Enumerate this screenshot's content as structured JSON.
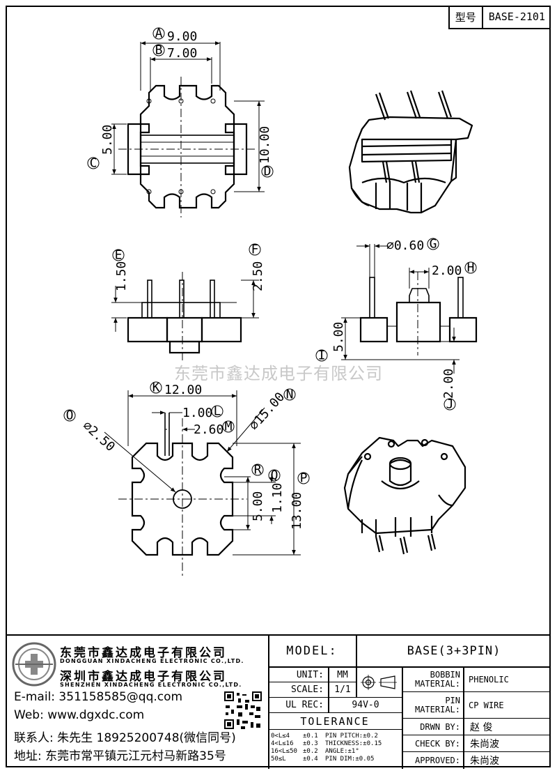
{
  "header": {
    "model_label": "型号",
    "model_value": "BASE-2101"
  },
  "watermark": "东莞市鑫达成电子有限公司",
  "dimensions": {
    "A": {
      "letter": "A",
      "value": "9.00"
    },
    "B": {
      "letter": "B",
      "value": "7.00"
    },
    "C": {
      "letter": "C",
      "value": "5.00"
    },
    "D": {
      "letter": "D",
      "value": "10.00"
    },
    "E": {
      "letter": "E",
      "value": "1.50"
    },
    "F": {
      "letter": "F",
      "value": "2.50"
    },
    "G": {
      "letter": "G",
      "value": "⌀0.60"
    },
    "H": {
      "letter": "H",
      "value": "2.00"
    },
    "I": {
      "letter": "I",
      "value": "5.00"
    },
    "J": {
      "letter": "J",
      "value": "2.00"
    },
    "K": {
      "letter": "K",
      "value": "12.00"
    },
    "L": {
      "letter": "L",
      "value": "1.00"
    },
    "M": {
      "letter": "M",
      "value": "2.60"
    },
    "N": {
      "letter": "N",
      "value": "⌀15.00"
    },
    "O": {
      "letter": "O",
      "value": "⌀2.50"
    },
    "P": {
      "letter": "P",
      "value": "13.00"
    },
    "Q": {
      "letter": "Q",
      "value": "1.10"
    },
    "R": {
      "letter": "R",
      "value": "5.00"
    }
  },
  "company": {
    "name_cn_1": "东莞市鑫达成电子有限公司",
    "name_en_1": "DONGGUAN XINDACHENG ELECTRONIC CO.,LTD.",
    "name_cn_2": "深圳市鑫达成电子有限公司",
    "name_en_2": "SHENZHEN XINDACHENG ELECTRONIC CO.,LTD.",
    "email": "E-mail: 351158585@qq.com",
    "web": "Web: www.dgxdc.com",
    "contact": "联系人: 朱先生 18925200748(微信同号)",
    "address": "地址: 东莞市常平镇元江元村马新路35号"
  },
  "title_block": {
    "model_label": "MODEL:",
    "model_value": "BASE(3+3PIN)",
    "unit_label": "UNIT:",
    "unit_value": "MM",
    "scale_label": "SCALE:",
    "scale_value": "1/1",
    "ulrec_label": "UL REC:",
    "ulrec_value": "94V-0",
    "tolerance_label": "TOLERANCE",
    "bobbin_label_1": "BOBBIN",
    "bobbin_label_2": "MATERIAL:",
    "bobbin_value": "PHENOLIC",
    "pin_label_1": "PIN",
    "pin_label_2": "MATERIAL:",
    "pin_value": "CP WIRE",
    "drwn_label": "DRWN BY:",
    "drwn_value": "赵 俊",
    "check_label": "CHECK BY:",
    "check_value": "朱尚波",
    "approved_label": "APPROVED:",
    "approved_value": "朱尚波",
    "tol_rows": [
      {
        "range": "0<L≤4",
        "tol": "±0.1",
        "item": "PIN PITCH:±0.2"
      },
      {
        "range": "4<L≤16",
        "tol": "±0.3",
        "item": "THICKNESS:±0.15"
      },
      {
        "range": "16<L≤50",
        "tol": "±0.2",
        "item": "ANGLE:±1°"
      },
      {
        "range": "50≤L",
        "tol": "±0.4",
        "item": "PIN DIM:±0.05"
      }
    ]
  }
}
